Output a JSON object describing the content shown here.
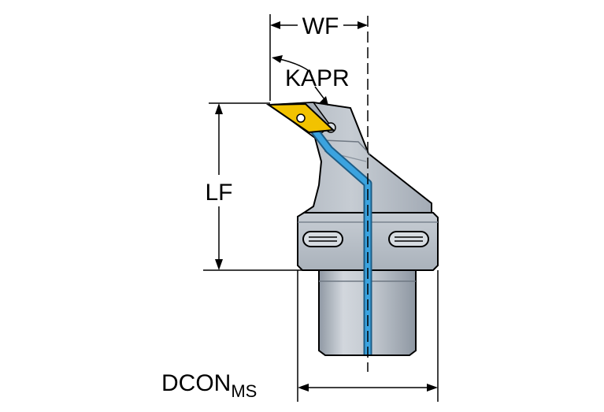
{
  "labels": {
    "wf": "WF",
    "kapr": "KAPR",
    "lf": "LF",
    "dcon_main": "DCON",
    "dcon_sub": "MS"
  },
  "colors": {
    "body": "#b9c0c8",
    "body_dark": "#9aa3ad",
    "body_light": "#d4d9df",
    "insert": "#f2c200",
    "coolant": "#3ba3df",
    "lines": "#000000"
  }
}
